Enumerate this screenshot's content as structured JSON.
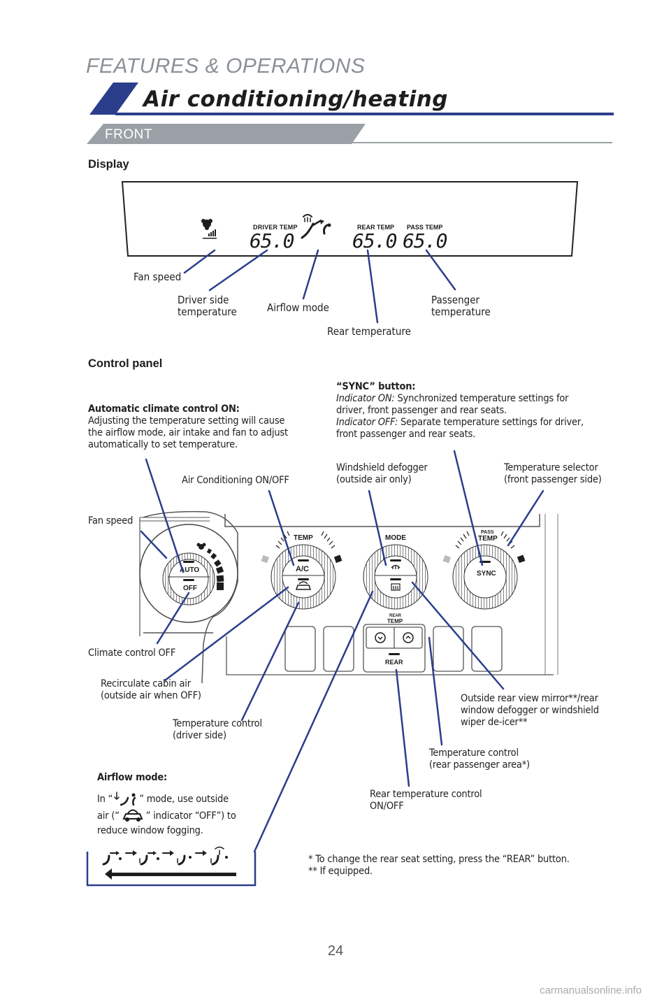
{
  "header": {
    "section": "FEATURES & OPERATIONS",
    "title": "Air conditioning/heating",
    "tab": "FRONT"
  },
  "display": {
    "heading": "Display",
    "labels": {
      "driver_temp": "DRIVER TEMP",
      "rear_temp": "REAR TEMP",
      "pass_temp": "PASS TEMP"
    },
    "values": {
      "driver": "65.0",
      "rear": "65.0",
      "pass": "65.0"
    },
    "callouts": {
      "fan_speed": "Fan speed",
      "driver_side_l1": "Driver side",
      "driver_side_l2": "temperature",
      "airflow_mode": "Airflow mode",
      "rear_temperature": "Rear temperature",
      "passenger_l1": "Passenger",
      "passenger_l2": "temperature"
    }
  },
  "control_panel": {
    "heading": "Control panel",
    "sync": {
      "title": "“SYNC” button:",
      "on_label": "Indicator ON:",
      "on_text_l1": " Synchronized temperature settings for",
      "on_text_l2": "driver, front passenger and rear seats.",
      "off_label": "Indicator OFF:",
      "off_text_l1": " Separate temperature settings for driver,",
      "off_text_l2": "front passenger and rear seats."
    },
    "auto": {
      "title": "Automatic climate control ON:",
      "l1": "Adjusting the temperature setting will cause",
      "l2": "the airflow mode, air intake and fan to adjust",
      "l3": "automatically to set temperature."
    },
    "windshield_l1": "Windshield defogger",
    "windshield_l2": "(outside air only)",
    "temp_selector_l1": "Temperature selector",
    "temp_selector_l2": "(front passenger side)",
    "ac_onoff": "Air Conditioning ON/OFF",
    "fan_speed": "Fan speed",
    "climate_off": "Climate control OFF",
    "recirc_l1": "Recirculate cabin air",
    "recirc_l2": "(outside air when OFF)",
    "temp_driver_l1": "Temperature control",
    "temp_driver_l2": "(driver side)",
    "outside_l1": "Outside rear view mirror**/rear",
    "outside_l2": "window defogger or windshield",
    "outside_l3": "wiper de-icer**",
    "temp_rear_l1": "Temperature control",
    "temp_rear_l2": "(rear passenger area*)",
    "rear_ctrl_l1": "Rear temperature control",
    "rear_ctrl_l2": "ON/OFF",
    "airflow": {
      "title": "Airflow mode:",
      "l1a": "In “",
      "l1b": "” mode, use outside",
      "l2a": "air (“",
      "l2b": "” indicator “OFF”) to",
      "l3": "reduce window fogging."
    },
    "panel_text": {
      "auto": "AUTO",
      "off": "OFF",
      "temp": "TEMP",
      "ac": "A/C",
      "mode": "MODE",
      "pass": "PASS",
      "pass_temp": "TEMP",
      "sync": "SYNC",
      "rear_top": "REAR",
      "rear_temp": "TEMP",
      "rear_btn": "REAR"
    },
    "footnote1": "* To change the rear seat setting, press the “REAR” button.",
    "footnote2": "** If equipped."
  },
  "page_number": "24",
  "watermark": "carmanualsonline.info"
}
